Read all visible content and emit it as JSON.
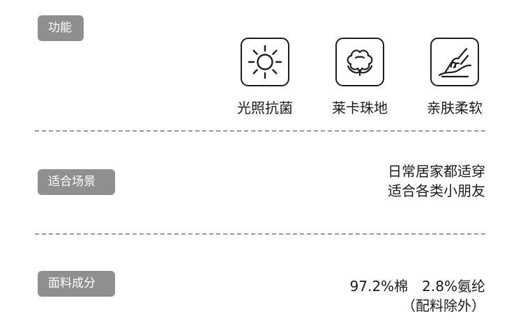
{
  "sections": {
    "function": {
      "label": "功能",
      "features": [
        {
          "icon": "sun-icon",
          "label": "光照抗菌"
        },
        {
          "icon": "cotton-icon",
          "label": "莱卡珠地"
        },
        {
          "icon": "hand-icon",
          "label": "亲肤柔软"
        }
      ]
    },
    "scene": {
      "label": "适合场景",
      "lines": [
        "日常居家都适穿",
        "适合各类小朋友"
      ]
    },
    "fabric": {
      "label": "面料成分",
      "lines": [
        "97.2%棉　2.8%氨纶",
        "（配料除外）"
      ]
    }
  },
  "colors": {
    "tag_background": "#8f8f8f",
    "text": "#1c1c1c",
    "divider": "#9a9a9a"
  }
}
